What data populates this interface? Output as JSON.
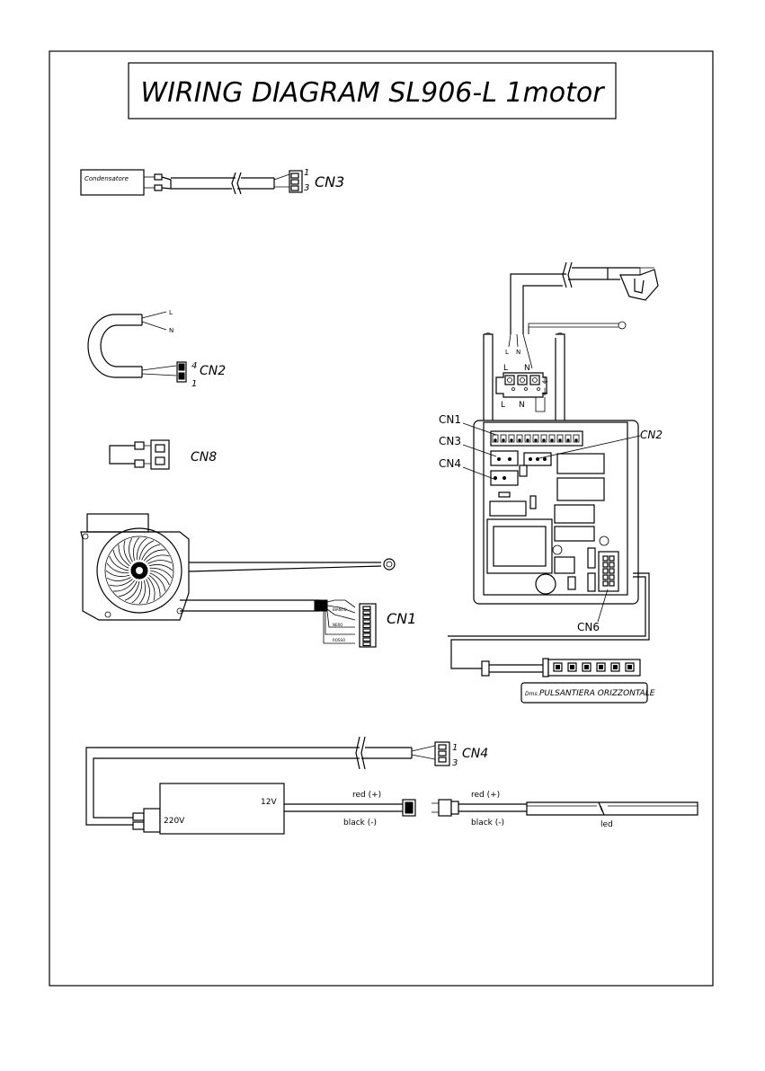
{
  "title": "WIRING DIAGRAM SL906-L 1motor",
  "capacitor": {
    "label": "Condensatore",
    "pin_top": "1",
    "pin_bottom": "3",
    "connector": "CN3"
  },
  "lamp": {
    "wire_l": "L",
    "wire_n": "N",
    "pin_top": "4",
    "pin_bottom": "1",
    "connector": "CN2"
  },
  "bridge": {
    "connector": "CN8"
  },
  "motor": {
    "connector": "CN1"
  },
  "board": {
    "terminal_top_l": "L",
    "terminal_top_n": "N",
    "terminal_mid_l": "L",
    "terminal_mid_n": "N",
    "terminal_bot_l": "L",
    "terminal_bot_n": "N",
    "cn1": "CN1",
    "cn3": "CN3",
    "cn4": "CN4",
    "cn2": "CN2",
    "cn6": "CN6"
  },
  "keypad": {
    "label": "PULSANTIERA ORIZZONTALE",
    "prefix": "Dms."
  },
  "led_circuit": {
    "connector": "CN4",
    "pin_top": "1",
    "pin_bottom": "3",
    "driver_in": "220V",
    "driver_out": "12V",
    "red1": "red (+)",
    "black1": "black (-)",
    "red2": "red (+)",
    "black2": "black (-)",
    "led": "led"
  }
}
